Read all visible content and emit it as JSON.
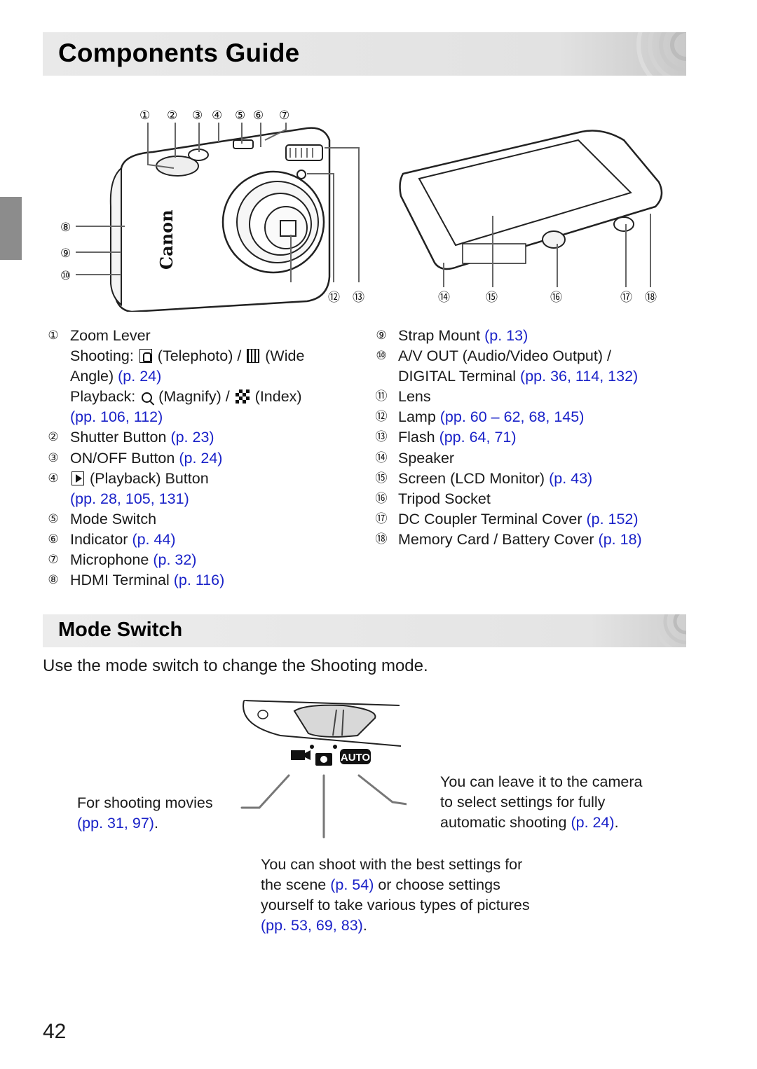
{
  "title": "Components Guide",
  "section_title": "Mode Switch",
  "front_callouts": [
    "①",
    "②",
    "③",
    "④",
    "⑤",
    "⑥",
    "⑦",
    "⑧",
    "⑨",
    "⑩",
    "⑪",
    "⑫",
    "⑬"
  ],
  "back_callouts": [
    "⑭",
    "⑮",
    "⑯",
    "⑰",
    "⑱"
  ],
  "left_items": [
    {
      "n": "①",
      "text": "Zoom Lever"
    },
    {
      "n": "②",
      "text": "Shutter Button ",
      "ref": "(p. 23)"
    },
    {
      "n": "③",
      "text": "ON/OFF Button ",
      "ref": "(p. 24)"
    },
    {
      "n": "④",
      "text": " (Playback) Button"
    },
    {
      "n": "⑤",
      "text": "Mode Switch"
    },
    {
      "n": "⑥",
      "text": "Indicator ",
      "ref": "(p. 44)"
    },
    {
      "n": "⑦",
      "text": "Microphone ",
      "ref": "(p. 32)"
    },
    {
      "n": "⑧",
      "text": "HDMI Terminal ",
      "ref": "(p. 116)"
    }
  ],
  "zoom_details": {
    "shooting_label": "Shooting: ",
    "tele": " (Telephoto) / ",
    "wide": " (Wide",
    "angle": "Angle) ",
    "angle_ref": "(p. 24)",
    "playback_label": "Playback: ",
    "magnify": " (Magnify) / ",
    "index": " (Index)",
    "playback_ref": "(pp. 106, 112)"
  },
  "playback_button_ref": "(pp. 28, 105, 131)",
  "right_items": [
    {
      "n": "⑨",
      "text": "Strap Mount ",
      "ref": "(p. 13)"
    },
    {
      "n": "⑩",
      "text": "A/V OUT (Audio/Video Output) /"
    },
    {
      "n": "⑪",
      "text": "Lens"
    },
    {
      "n": "⑫",
      "text": "Lamp ",
      "ref": "(pp. 60 – 62, 68, 145)"
    },
    {
      "n": "⑬",
      "text": "Flash ",
      "ref": "(pp. 64, 71)"
    },
    {
      "n": "⑭",
      "text": "Speaker"
    },
    {
      "n": "⑮",
      "text": "Screen (LCD Monitor) ",
      "ref": "(p. 43)"
    },
    {
      "n": "⑯",
      "text": "Tripod Socket"
    },
    {
      "n": "⑰",
      "text": "DC Coupler Terminal Cover ",
      "ref": "(p. 152)"
    },
    {
      "n": "⑱",
      "text": "Memory Card / Battery Cover ",
      "ref": "(p. 18)"
    }
  ],
  "digital_line": {
    "text": "DIGITAL Terminal ",
    "ref": "(pp. 36, 114, 132)"
  },
  "intro": "Use the mode switch to change the Shooting mode.",
  "movie_note": {
    "text": "For shooting movies",
    "ref": "(pp. 31, 97)",
    "after": "."
  },
  "auto_note": {
    "l1": "You can leave it to the camera",
    "l2": "to select settings for fully",
    "l3": "automatic shooting ",
    "ref": "(p. 24)",
    "after": "."
  },
  "scene_note": {
    "l1": "You can shoot with the best settings for",
    "l2a": "the scene ",
    "l2ref": "(p. 54)",
    "l2b": " or choose settings",
    "l3": "yourself to take various types of pictures",
    "l4ref": "(pp. 53, 69, 83)",
    "after": "."
  },
  "auto_badge": "AUTO",
  "brand": "Canon",
  "page_number": "42",
  "colors": {
    "link": "#1a22c8",
    "header_bg": "#e6e6e6",
    "side_tab": "#8c8c8c"
  }
}
